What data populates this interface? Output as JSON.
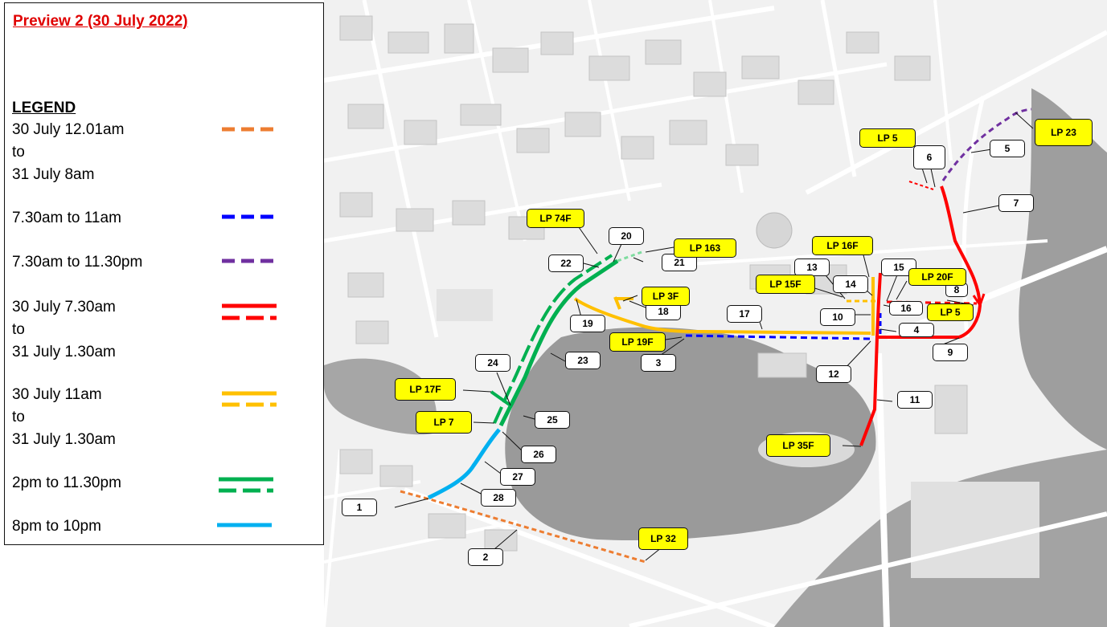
{
  "title": "Preview 2 (30 July 2022)",
  "legend": {
    "heading": "LEGEND",
    "items": [
      {
        "lines": [
          "30 July 12.01am",
          "to",
          "31 July 8am"
        ],
        "color": "#ed7d31",
        "style": "dashed"
      },
      {
        "lines": [
          "7.30am to 11am"
        ],
        "color": "#0000ff",
        "style": "dashed"
      },
      {
        "lines": [
          "7.30am to 11.30pm"
        ],
        "color": "#7030a0",
        "style": "dashed"
      },
      {
        "lines": [
          "30 July 7.30am",
          "to",
          "31 July 1.30am"
        ],
        "color": "#ff0000",
        "style": "solid-and-dashed"
      },
      {
        "lines": [
          "30 July 11am",
          "to",
          "31 July 1.30am"
        ],
        "color": "#ffc000",
        "style": "solid-and-dashed"
      },
      {
        "lines": [
          "2pm to 11.30pm"
        ],
        "color": "#00b050",
        "style": "solid-and-dashed"
      },
      {
        "lines": [
          "8pm to 10pm"
        ],
        "color": "#00b0f0",
        "style": "solid"
      }
    ]
  },
  "route_labels": [
    "1",
    "2",
    "3",
    "4",
    "5",
    "6",
    "7",
    "8",
    "9",
    "10",
    "11",
    "12",
    "13",
    "14",
    "15",
    "16",
    "17",
    "18",
    "19",
    "20",
    "21",
    "22",
    "23",
    "24",
    "25",
    "26",
    "27",
    "28"
  ],
  "lamp_post_labels": [
    "LP 23",
    "LP 5",
    "LP 74F",
    "LP 163",
    "LP 16F",
    "LP 20F",
    "LP 15F",
    "LP 3F",
    "LP 5",
    "LP 19F",
    "LP 17F",
    "LP 7",
    "LP 35F",
    "LP 32"
  ],
  "colors": {
    "lp_fill": "#ffff00",
    "title_red": "#e00000",
    "map_bg": "#f1f1f1",
    "water": "#9a9a9a",
    "road": "#ffffff"
  }
}
